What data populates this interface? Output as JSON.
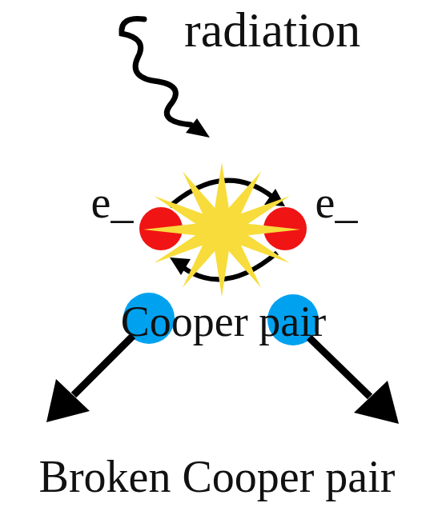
{
  "diagram": {
    "labels": [
      "radiation",
      "e_",
      "e_",
      "Cooper pair",
      "Broken Cooper pair"
    ]
  }
}
